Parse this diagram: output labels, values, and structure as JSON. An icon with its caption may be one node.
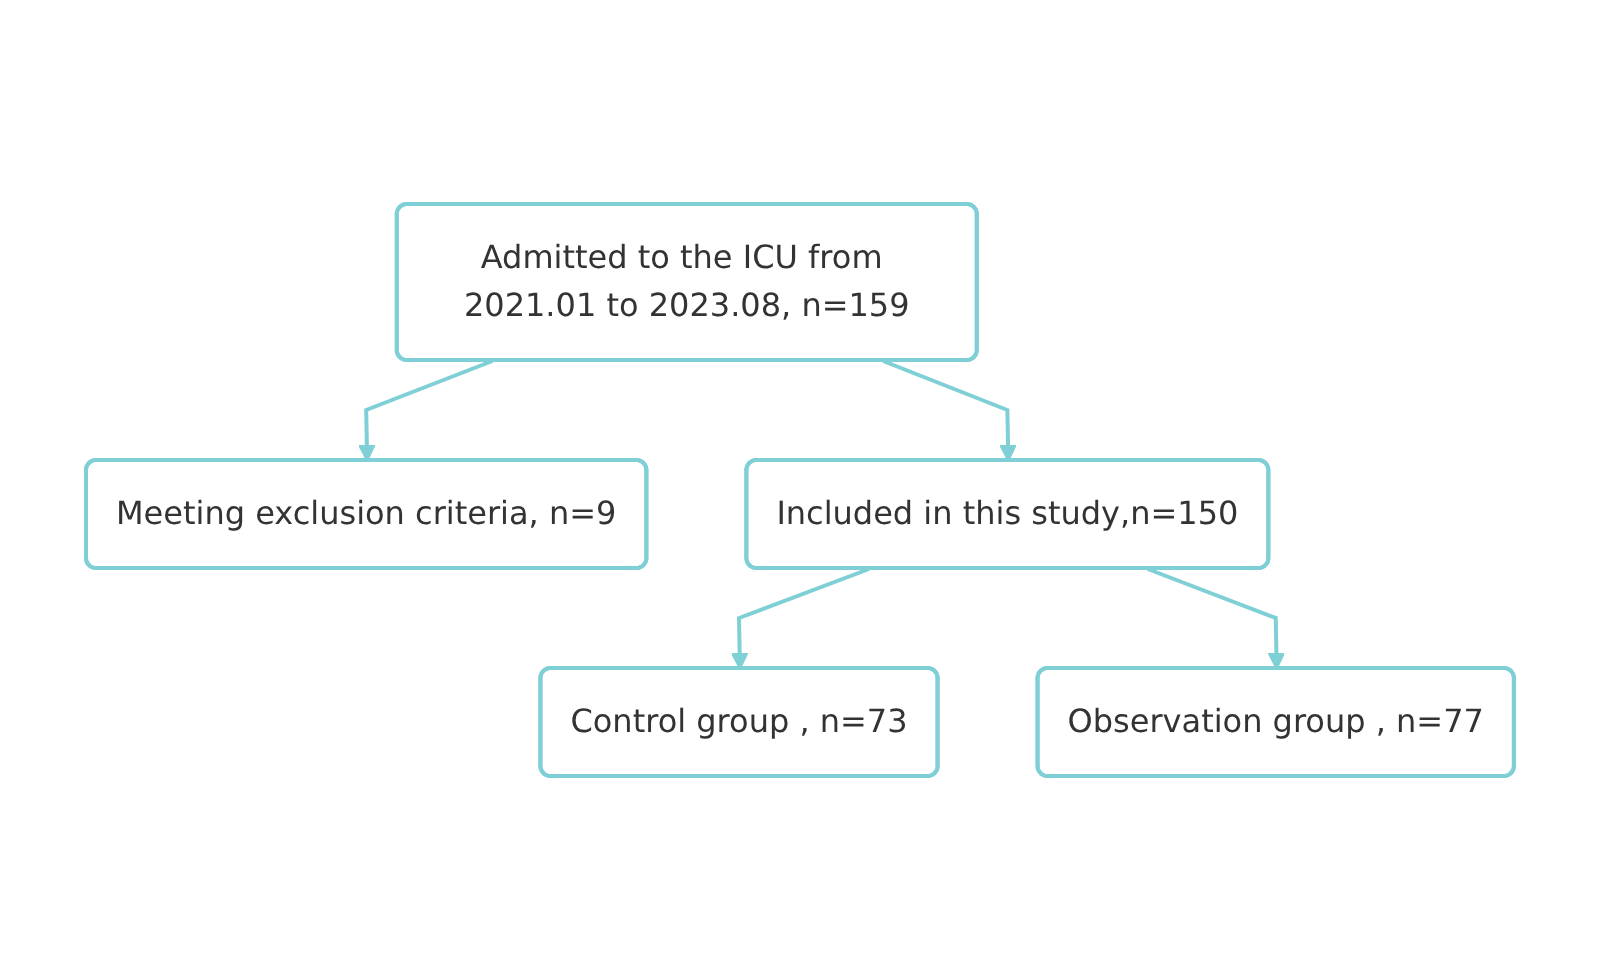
{
  "diagram": {
    "nodes": [
      {
        "text": [
          "Admitted to the ICU from 2021.01 to 2023.08, n=159"
        ]
      },
      {
        "text": [
          "Meeting exclusion criteria, n=9"
        ]
      },
      {
        "text": [
          "Included in this study,n=150"
        ]
      },
      {
        "text": [
          "Control group , n=73"
        ]
      },
      {
        "text": [
          "Observation group , n=77"
        ]
      }
    ],
    "edges": [
      {
        "from": 0,
        "to": 1,
        "arrow": "to"
      },
      {
        "from": 0,
        "to": 2,
        "arrow": "to"
      },
      {
        "from": 2,
        "to": 3,
        "arrow": "to"
      },
      {
        "from": 2,
        "to": 4,
        "arrow": "to"
      }
    ]
  }
}
